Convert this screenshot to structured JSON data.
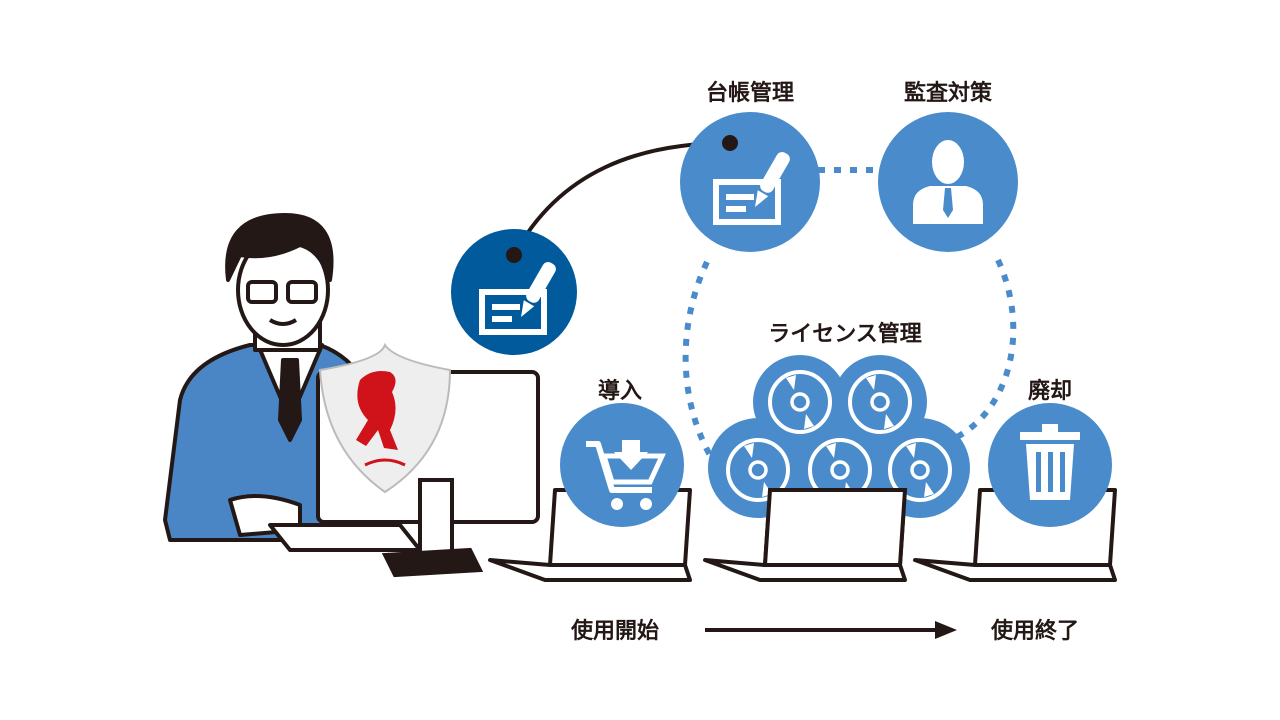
{
  "colors": {
    "accent_light": "#4a8ccb",
    "accent_dark": "#005a9c",
    "shield_lion": "#d0121b",
    "ink": "#231815",
    "suit": "#4a86c5"
  },
  "stages": {
    "ledger": {
      "label": "台帳管理",
      "icon": "ledger-pen-icon"
    },
    "audit": {
      "label": "監査対策",
      "icon": "businessman-icon"
    },
    "license": {
      "label": "ライセンス管理",
      "icon": "disc-icon"
    },
    "intro": {
      "label": "導入",
      "icon": "cart-download-icon"
    },
    "disposal": {
      "label": "廃却",
      "icon": "trash-icon"
    }
  },
  "timeline": {
    "start": "使用開始",
    "end": "使用終了"
  }
}
